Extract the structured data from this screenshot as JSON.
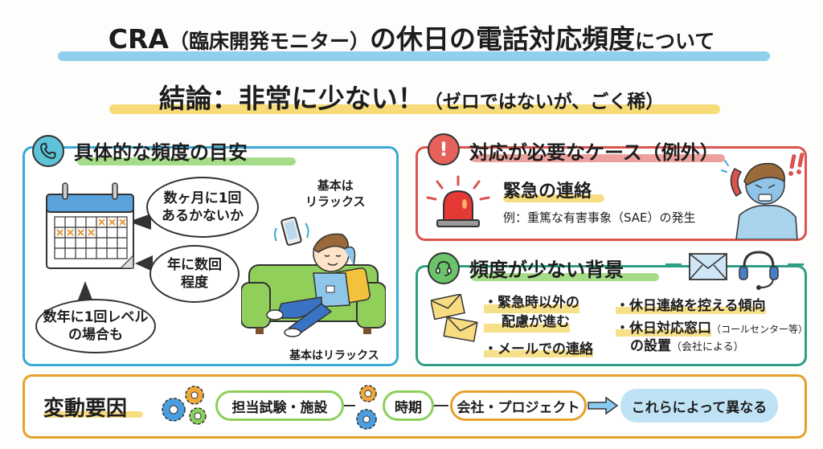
{
  "header": {
    "title_main_a": "CRA",
    "title_paren": "（臨床開発モニター）",
    "title_main_b": "の休日の電話対応頻度",
    "title_tail": "について",
    "conclusion_main": "結論：非常に少ない！",
    "conclusion_note": "（ゼロではないが、ごく稀）"
  },
  "frequency_panel": {
    "icon": "phone-icon",
    "title": "具体的な頻度の目安",
    "bubbles": [
      {
        "line1": "数ヶ月に1回",
        "line2": "あるかないか"
      },
      {
        "line1": "年に数回",
        "line2": "程度"
      },
      {
        "line1": "数年に1回レベル",
        "line2": "の場合も"
      }
    ],
    "relax_top_line1": "基本は",
    "relax_top_line2": "リラックス",
    "relax_bottom": "基本はリラックス",
    "accent_color": "#3aa8d8"
  },
  "exception_panel": {
    "icon": "exclamation-icon",
    "title": "対応が必要なケース（例外）",
    "case_title": "緊急の連絡",
    "case_example": "例：重篤な有害事象（SAE）の発生",
    "accent_color": "#d9534f"
  },
  "background_panel": {
    "icon": "headset-icon",
    "title": "頻度が少ない背景",
    "bullets_left": [
      {
        "line1": "・緊急時以外の",
        "line2": "配慮が進む"
      },
      {
        "line1": "・メールでの連絡",
        "line2": ""
      }
    ],
    "bullets_right": [
      {
        "line1": "・休日連絡を控える傾向",
        "line2": ""
      },
      {
        "line1": "・休日対応窓口",
        "line1_small": "（コールセンター等）",
        "line2": "の設置",
        "line2_small": "（会社による）"
      }
    ],
    "accent_color": "#2e9e86"
  },
  "factors_panel": {
    "title": "変動要因",
    "factors": [
      "担当試験・施設",
      "時期",
      "会社・プロジェクト"
    ],
    "result": "これらによって異なる",
    "accent_color": "#e8a02a"
  }
}
